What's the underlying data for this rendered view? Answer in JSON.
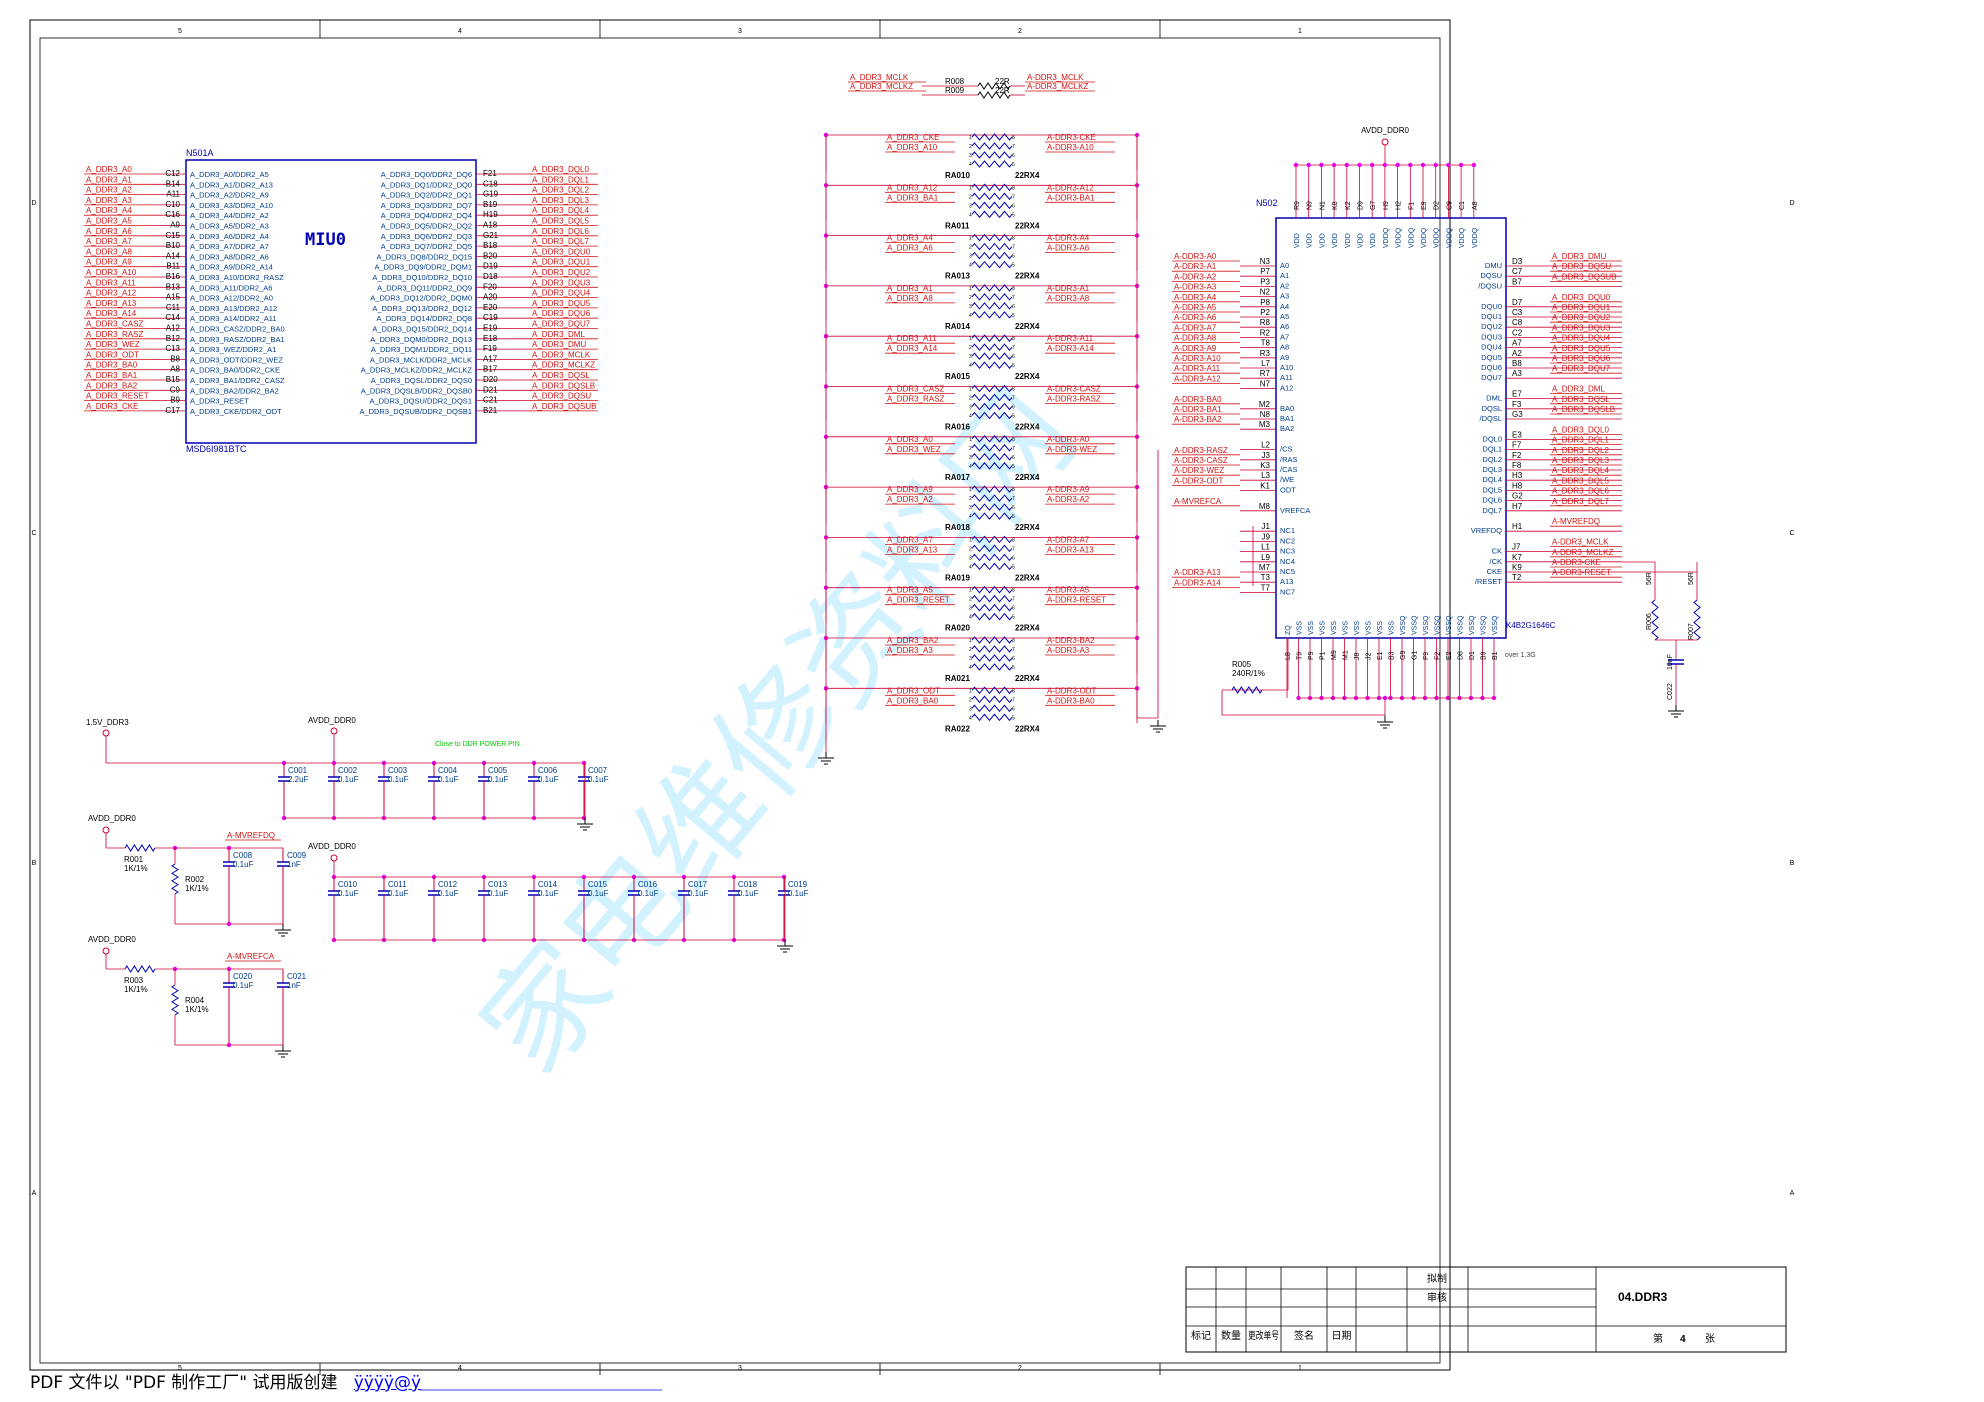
{
  "sheet": {
    "title": "04.DDR3",
    "page_label": "第",
    "page_no": "4",
    "page_unit": "张",
    "footer": "PDF 文件以 \"PDF 制作工厂\" 试用版创建",
    "footer_link": "ÿÿÿÿ@ÿ",
    "watermark": "家电维修资料网",
    "note": "over 1.3G",
    "ref_top": [
      "5",
      "4",
      "3",
      "2",
      "1"
    ],
    "ref_side": [
      "D",
      "C",
      "B",
      "A"
    ]
  },
  "title_block": {
    "drawn": "拟制",
    "checked": "审核",
    "headers": [
      "标记",
      "数量",
      "更改单号",
      "签名",
      "日期"
    ]
  },
  "colors": {
    "net": "#d21414",
    "wire": "#cc0033",
    "body": "#0000b4",
    "label": "#003c8c",
    "dot": "#e600e6",
    "green": "#00c800",
    "watermark": "#aee8ff"
  },
  "n501": {
    "ref": "N501A",
    "part": "MSD6I981BTC",
    "title": "MIU0",
    "left": [
      [
        "A_DDR3_A0",
        "C12",
        "A_DDR3_A0/DDR2_A5"
      ],
      [
        "A_DDR3_A1",
        "B14",
        "A_DDR3_A1/DDR2_A13"
      ],
      [
        "A_DDR3_A2",
        "A11",
        "A_DDR3_A2/DDR2_A9"
      ],
      [
        "A_DDR3_A3",
        "C10",
        "A_DDR3_A3/DDR2_A10"
      ],
      [
        "A_DDR3_A4",
        "C16",
        "A_DDR3_A4/DDR2_A2"
      ],
      [
        "A_DDR3_A5",
        "A9",
        "A_DDR3_A5/DDR2_A3"
      ],
      [
        "A_DDR3_A6",
        "C15",
        "A_DDR3_A6/DDR2_A4"
      ],
      [
        "A_DDR3_A7",
        "B10",
        "A_DDR3_A7/DDR2_A7"
      ],
      [
        "A_DDR3_A8",
        "A14",
        "A_DDR3_A8/DDR2_A6"
      ],
      [
        "A_DDR3_A9",
        "B11",
        "A_DDR3_A9/DDR2_A14"
      ],
      [
        "A_DDR3_A10",
        "B16",
        "A_DDR3_A10/DDR2_RASZ"
      ],
      [
        "A_DDR3_A11",
        "B13",
        "A_DDR3_A11/DDR2_A6"
      ],
      [
        "A_DDR3_A12",
        "A15",
        "A_DDR3_A12/DDR2_A0"
      ],
      [
        "A_DDR3_A13",
        "C11",
        "A_DDR3_A13/DDR2_A12"
      ],
      [
        "A_DDR3_A14",
        "C14",
        "A_DDR3_A14/DDR2_A11"
      ],
      [
        "A_DDR3_CASZ",
        "A12",
        "A_DDR3_CASZ/DDR2_BA0"
      ],
      [
        "A_DDR3_RASZ",
        "B12",
        "A_DDR3_RASZ/DDR2_BA1"
      ],
      [
        "A_DDR3_WEZ",
        "C13",
        "A_DDR3_WEZ/DDR2_A1"
      ],
      [
        "A_DDR3_ODT",
        "B8",
        "A_DDR3_ODT/DDR2_WEZ"
      ],
      [
        "A_DDR3_BA0",
        "A8",
        "A_DDR3_BA0/DDR2_CKE"
      ],
      [
        "A_DDR3_BA1",
        "B15",
        "A_DDR3_BA1/DDR2_CASZ"
      ],
      [
        "A_DDR3_BA2",
        "C9",
        "A_DDR3_BA2/DDR2_BA2"
      ],
      [
        "A_DDR3_RESET",
        "B9",
        "A_DDR3_RESET"
      ],
      [
        "A_DDR3_CKE",
        "C17",
        "A_DDR3_CKE/DDR2_ODT"
      ]
    ],
    "right": [
      [
        "A_DDR3_DQL0",
        "F21",
        "A_DDR3_DQ0/DDR2_DQ6"
      ],
      [
        "A_DDR3_DQL1",
        "C18",
        "A_DDR3_DQ1/DDR2_DQ0"
      ],
      [
        "A_DDR3_DQL2",
        "G19",
        "A_DDR3_DQ2/DDR2_DQ1"
      ],
      [
        "A_DDR3_DQL3",
        "B19",
        "A_DDR3_DQ3/DDR2_DQ7"
      ],
      [
        "A_DDR3_DQL4",
        "H19",
        "A_DDR3_DQ4/DDR2_DQ4"
      ],
      [
        "A_DDR3_DQL5",
        "A18",
        "A_DDR3_DQ5/DDR2_DQ2"
      ],
      [
        "A_DDR3_DQL6",
        "G21",
        "A_DDR3_DQ6/DDR2_DQ3"
      ],
      [
        "A_DDR3_DQL7",
        "B18",
        "A_DDR3_DQ7/DDR2_DQ5"
      ],
      [
        "A_DDR3_DQU0",
        "B20",
        "A_DDR3_DQ8/DDR2_DQ15"
      ],
      [
        "A_DDR3_DQU1",
        "D19",
        "A_DDR3_DQ9/DDR2_DQM1"
      ],
      [
        "A_DDR3_DQU2",
        "D18",
        "A_DDR3_DQ10/DDR2_DQ10"
      ],
      [
        "A_DDR3_DQU3",
        "F20",
        "A_DDR3_DQ11/DDR2_DQ9"
      ],
      [
        "A_DDR3_DQU4",
        "A20",
        "A_DDR3_DQ12/DDR2_DQM0"
      ],
      [
        "A_DDR3_DQU5",
        "E20",
        "A_DDR3_DQ13/DDR2_DQ12"
      ],
      [
        "A_DDR3_DQU6",
        "C19",
        "A_DDR3_DQ14/DDR2_DQ8"
      ],
      [
        "A_DDR3_DQU7",
        "E19",
        "A_DDR3_DQ15/DDR2_DQ14"
      ],
      [
        "A_DDR3_DML",
        "E18",
        "A_DDR3_DQM0/DDR2_DQ13"
      ],
      [
        "A_DDR3_DMU",
        "F19",
        "A_DDR3_DQM1/DDR2_DQ11"
      ],
      [
        "A_DDR3_MCLK",
        "A17",
        "A_DDR3_MCLK/DDR2_MCLK"
      ],
      [
        "A_DDR3_MCLKZ",
        "B17",
        "A_DDR3_MCLKZ/DDR2_MCLKZ"
      ],
      [
        "A_DDR3_DQSL",
        "D20",
        "A_DDR3_DQSL/DDR2_DQS0"
      ],
      [
        "A_DDR3_DQSLB",
        "D21",
        "A_DDR3_DQSLB/DDR2_DQSB0"
      ],
      [
        "A_DDR3_DQSU",
        "C21",
        "A_DDR3_DQSU/DDR2_DQS1"
      ],
      [
        "A_DDR3_DQSUB",
        "B21",
        "A_DDR3_DQSUB/DDR2_DQSB1"
      ]
    ]
  },
  "series_r": [
    [
      "R008",
      "A_DDR3_MCLK",
      "22R",
      "A-DDR3_MCLK"
    ],
    [
      "R009",
      "A_DDR3_MCLKZ",
      "22R",
      "A-DDR3_MCLKZ"
    ]
  ],
  "rnets": [
    [
      "RA010",
      [
        "A_DDR3_CKE",
        "A_DDR3_A10"
      ],
      [
        "A-DDR3-CKE",
        "A-DDR3-A10"
      ]
    ],
    [
      "RA011",
      [
        "A_DDR3_A12",
        "A_DDR3_BA1"
      ],
      [
        "A-DDR3-A12",
        "A-DDR3-BA1"
      ]
    ],
    [
      "RA013",
      [
        "A_DDR3_A4",
        "A_DDR3_A6"
      ],
      [
        "A-DDR3-A4",
        "A-DDR3-A6"
      ]
    ],
    [
      "RA014",
      [
        "A_DDR3_A1",
        "A_DDR3_A8"
      ],
      [
        "A-DDR3-A1",
        "A-DDR3-A8"
      ]
    ],
    [
      "RA015",
      [
        "A_DDR3_A11",
        "A_DDR3_A14"
      ],
      [
        "A-DDR3-A11",
        "A-DDR3-A14"
      ]
    ],
    [
      "RA016",
      [
        "A_DDR3_CASZ",
        "A_DDR3_RASZ"
      ],
      [
        "A-DDR3-CASZ",
        "A-DDR3-RASZ"
      ]
    ],
    [
      "RA017",
      [
        "A_DDR3_A0",
        "A_DDR3_WEZ"
      ],
      [
        "A-DDR3-A0",
        "A-DDR3-WEZ"
      ]
    ],
    [
      "RA018",
      [
        "A_DDR3_A9",
        "A_DDR3_A2"
      ],
      [
        "A-DDR3-A9",
        "A-DDR3-A2"
      ]
    ],
    [
      "RA019",
      [
        "A_DDR3_A7",
        "A_DDR3_A13"
      ],
      [
        "A-DDR3-A7",
        "A-DDR3-A13"
      ]
    ],
    [
      "RA020",
      [
        "A_DDR3_A5",
        "A_DDR3_RESET"
      ],
      [
        "A-DDR3-A5",
        "A-DDR3-RESET"
      ]
    ],
    [
      "RA021",
      [
        "A_DDR3_BA2",
        "A_DDR3_A3"
      ],
      [
        "A-DDR3-BA2",
        "A-DDR3-A3"
      ]
    ],
    [
      "RA022",
      [
        "A_DDR3_ODT",
        "A_DDR3_BA0"
      ],
      [
        "A-DDR3-ODT",
        "A-DDR3-BA0"
      ]
    ]
  ],
  "rnet_value": "22RX4",
  "n502": {
    "ref": "N502",
    "part": "K4B2G1646C",
    "supply": "AVDD_DDR0",
    "top_pins": [
      "R9",
      "N9",
      "N1",
      "K8",
      "K2",
      "D9",
      "G7",
      "H9",
      "H2",
      "F1",
      "E9",
      "D2",
      "C9",
      "C1",
      "A8"
    ],
    "top_names": [
      "VDD",
      "VDD",
      "VDD",
      "VDD",
      "VDD",
      "VDD",
      "VDD",
      "VDDQ",
      "VDDQ",
      "VDDQ",
      "VDDQ",
      "VDDQ",
      "VDDQ",
      "VDDQ",
      "VDDQ"
    ],
    "bot_pins": [
      "L8",
      "T9",
      "P9",
      "P1",
      "M9",
      "M1",
      "J8",
      "J2",
      "E1",
      "B3",
      "G9",
      "G1",
      "F9",
      "F2",
      "E2",
      "D8",
      "D1",
      "B9",
      "B1"
    ],
    "bot_names": [
      "ZQ",
      "VSS",
      "VSS",
      "VSS",
      "VSS",
      "VSS",
      "VSS",
      "VSS",
      "VSS",
      "VSS",
      "VSSQ",
      "VSSQ",
      "VSSQ",
      "VSSQ",
      "VSSQ",
      "VSSQ",
      "VSSQ",
      "VSSQ",
      "VSSQ"
    ],
    "left": [
      [
        "A-DDR3-A0",
        "N3",
        "A0"
      ],
      [
        "A-DDR3-A1",
        "P7",
        "A1"
      ],
      [
        "A-DDR3-A2",
        "P3",
        "A2"
      ],
      [
        "A-DDR3-A3",
        "N2",
        "A3"
      ],
      [
        "A-DDR3-A4",
        "P8",
        "A4"
      ],
      [
        "A-DDR3-A5",
        "P2",
        "A5"
      ],
      [
        "A-DDR3-A6",
        "R8",
        "A6"
      ],
      [
        "A-DDR3-A7",
        "R2",
        "A7"
      ],
      [
        "A-DDR3-A8",
        "T8",
        "A8"
      ],
      [
        "A-DDR3-A9",
        "R3",
        "A9"
      ],
      [
        "A-DDR3-A10",
        "L7",
        "A10"
      ],
      [
        "A-DDR3-A11",
        "R7",
        "A11"
      ],
      [
        "A-DDR3-A12",
        "N7",
        "A12"
      ],
      [
        "",
        "",
        ""
      ],
      [
        "A-DDR3-BA0",
        "M2",
        "BA0"
      ],
      [
        "A-DDR3-BA1",
        "N8",
        "BA1"
      ],
      [
        "A-DDR3-BA2",
        "M3",
        "BA2"
      ],
      [
        "",
        "",
        ""
      ],
      [
        "",
        "L2",
        "/CS"
      ],
      [
        "A-DDR3-RASZ",
        "J3",
        "/RAS"
      ],
      [
        "A-DDR3-CASZ",
        "K3",
        "/CAS"
      ],
      [
        "A-DDR3-WEZ",
        "L3",
        "/WE"
      ],
      [
        "A-DDR3-ODT",
        "K1",
        "ODT"
      ],
      [
        "",
        "",
        ""
      ],
      [
        "A-MVREFCA",
        "M8",
        "VREFCA"
      ],
      [
        "",
        "",
        ""
      ],
      [
        "",
        "J1",
        "NC1"
      ],
      [
        "",
        "J9",
        "NC2"
      ],
      [
        "",
        "L1",
        "NC3"
      ],
      [
        "",
        "L9",
        "NC4"
      ],
      [
        "",
        "M7",
        "NC5"
      ],
      [
        "A-DDR3-A13",
        "T3",
        "A13"
      ],
      [
        "A-DDR3-A14",
        "T7",
        "NC7"
      ]
    ],
    "right": [
      [
        "A_DDR3_DMU",
        "D3",
        "DMU"
      ],
      [
        "A_DDR3_DQSU",
        "C7",
        "DQSU"
      ],
      [
        "A_DDR3_DQSUB",
        "B7",
        "/DQSU"
      ],
      [
        "",
        "",
        ""
      ],
      [
        "A_DDR3_DQU0",
        "D7",
        "DQU0"
      ],
      [
        "A_DDR3_DQU1",
        "C3",
        "DQU1"
      ],
      [
        "A_DDR3_DQU2",
        "C8",
        "DQU2"
      ],
      [
        "A_DDR3_DQU3",
        "C2",
        "DQU3"
      ],
      [
        "A_DDR3_DQU4",
        "A7",
        "DQU4"
      ],
      [
        "A_DDR3_DQU5",
        "A2",
        "DQU5"
      ],
      [
        "A_DDR3_DQU6",
        "B8",
        "DQU6"
      ],
      [
        "A_DDR3_DQU7",
        "A3",
        "DQU7"
      ],
      [
        "",
        "",
        ""
      ],
      [
        "A_DDR3_DML",
        "E7",
        "DML"
      ],
      [
        "A_DDR3_DQSL",
        "F3",
        "DQSL"
      ],
      [
        "A_DDR3_DQSLB",
        "G3",
        "/DQSL"
      ],
      [
        "",
        "",
        ""
      ],
      [
        "A_DDR3_DQL0",
        "E3",
        "DQL0"
      ],
      [
        "A_DDR3_DQL1",
        "F7",
        "DQL1"
      ],
      [
        "A_DDR3_DQL2",
        "F2",
        "DQL2"
      ],
      [
        "A_DDR3_DQL3",
        "F8",
        "DQL3"
      ],
      [
        "A_DDR3_DQL4",
        "H3",
        "DQL4"
      ],
      [
        "A_DDR3_DQL5",
        "H8",
        "DQL5"
      ],
      [
        "A_DDR3_DQL6",
        "G2",
        "DQL6"
      ],
      [
        "A_DDR3_DQL7",
        "H7",
        "DQL7"
      ],
      [
        "",
        "",
        ""
      ],
      [
        "A-MVREFDQ",
        "H1",
        "VREFDQ"
      ],
      [
        "",
        "",
        ""
      ],
      [
        "A-DDR3_MCLK",
        "J7",
        "CK"
      ],
      [
        "A-DDR3_MCLKZ",
        "K7",
        "/CK"
      ],
      [
        "A-DDR3-CKE",
        "K9",
        "CKE"
      ],
      [
        "A-DDR3-RESET",
        "T2",
        "/RESET"
      ]
    ]
  },
  "rzq": {
    "ref": "R005",
    "value": "240R/1%"
  },
  "term": {
    "r1": "R006",
    "r2": "R007",
    "rv": "56R",
    "c": "C022",
    "cv": "10nF"
  },
  "dec1": {
    "in": "1.5V_DDR3",
    "supply": "AVDD_DDR0",
    "note": "Close to DDR POWER PIN",
    "caps": [
      [
        "C001",
        "2.2uF"
      ],
      [
        "C002",
        "0.1uF"
      ],
      [
        "C003",
        "0.1uF"
      ],
      [
        "C004",
        "0.1uF"
      ],
      [
        "C005",
        "0.1uF"
      ],
      [
        "C006",
        "0.1uF"
      ],
      [
        "C007",
        "0.1uF"
      ]
    ]
  },
  "dec2": {
    "supply": "AVDD_DDR0",
    "caps": [
      [
        "C010",
        "0.1uF"
      ],
      [
        "C011",
        "0.1uF"
      ],
      [
        "C012",
        "0.1uF"
      ],
      [
        "C013",
        "0.1uF"
      ],
      [
        "C014",
        "0.1uF"
      ],
      [
        "C015",
        "0.1uF"
      ],
      [
        "C016",
        "0.1uF"
      ],
      [
        "C017",
        "0.1uF"
      ],
      [
        "C018",
        "0.1uF"
      ],
      [
        "C019",
        "0.1uF"
      ]
    ]
  },
  "vref1": {
    "supply": "AVDD_DDR0",
    "net": "A-MVREFDQ",
    "ra": "R001",
    "rav": "1K/1%",
    "rb": "R002",
    "rbv": "1K/1%",
    "c1": "C008",
    "c1v": "0.1uF",
    "c2": "C009",
    "c2v": "1nF"
  },
  "vref2": {
    "supply": "AVDD_DDR0",
    "net": "A-MVREFCA",
    "ra": "R003",
    "rav": "1K/1%",
    "rb": "R004",
    "rbv": "1K/1%",
    "c1": "C020",
    "c1v": "0.1uF",
    "c2": "C021",
    "c2v": "1nF"
  }
}
